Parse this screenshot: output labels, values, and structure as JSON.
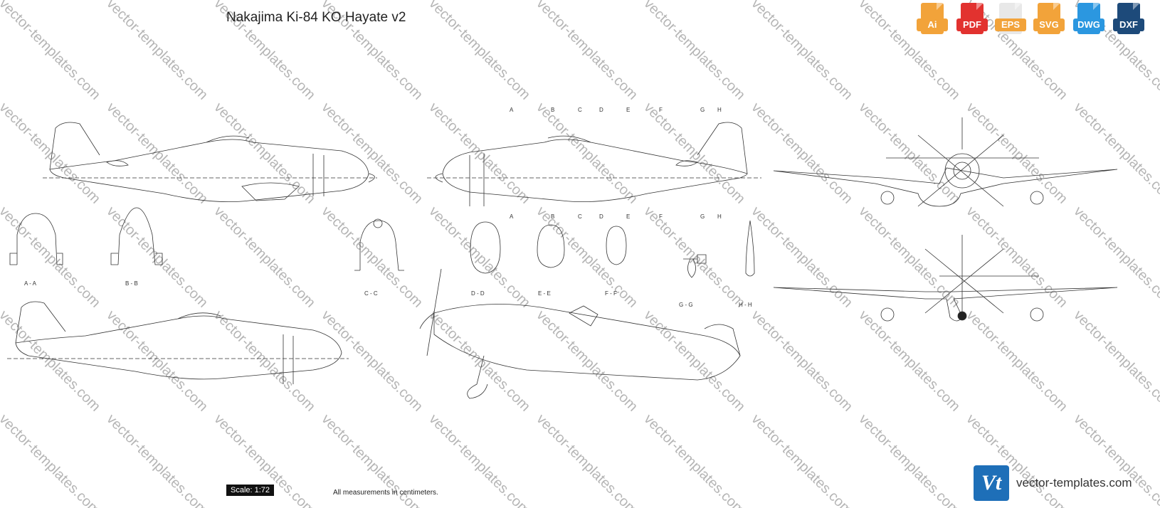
{
  "title": "Nakajima Ki-84 KO Hayate v2",
  "formats": [
    {
      "label": "Ai",
      "color": "#f2a33a",
      "icon": "illustrator-file-icon"
    },
    {
      "label": "PDF",
      "color": "#e2322f",
      "icon": "pdf-file-icon"
    },
    {
      "label": "EPS",
      "color": "#e8e8e8",
      "icon": "eps-file-icon"
    },
    {
      "label": "SVG",
      "color": "#f2a33a",
      "icon": "svg-file-icon"
    },
    {
      "label": "DWG",
      "color": "#2b97e0",
      "icon": "dwg-file-icon"
    },
    {
      "label": "DXF",
      "color": "#1d4a7a",
      "icon": "dxf-file-icon"
    }
  ],
  "watermark": "vector-templates.com",
  "section_markers_top": [
    "A",
    "B",
    "C",
    "D",
    "E",
    "F",
    "G",
    "H"
  ],
  "section_labels": [
    "A - A",
    "B - B",
    "C - C",
    "D - D",
    "E - E",
    "F - F",
    "G - G",
    "H - H"
  ],
  "scale": "Scale: 1:72",
  "note": "All measurements in centimeters.",
  "brand": {
    "logo_text": "Vt",
    "site": "vector-templates.com"
  }
}
